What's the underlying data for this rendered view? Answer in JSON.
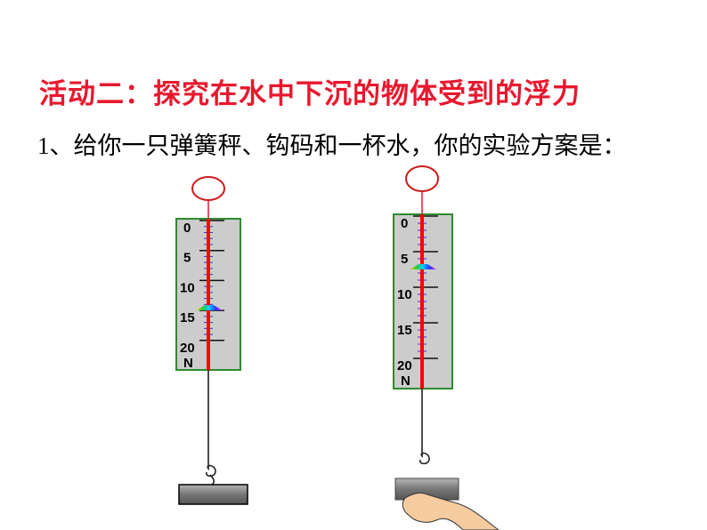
{
  "slide": {
    "title": "活动二：探究在水中下沉的物体受到的浮力",
    "question": "1、给你一只弹簧秤、钩码和一杯水，你的实验方案是："
  },
  "scales": [
    {
      "name": "scale-in-air",
      "labels": [
        "0",
        "5",
        "10",
        "15",
        "20"
      ],
      "unit": "N",
      "reading_n": 15,
      "max_n": 20,
      "supported_by_hand": false
    },
    {
      "name": "scale-supported",
      "labels": [
        "0",
        "5",
        "10",
        "15",
        "20"
      ],
      "unit": "N",
      "reading_n": 7.5,
      "max_n": 20,
      "supported_by_hand": true
    }
  ],
  "colors": {
    "title": "#e8182e",
    "rod": "#ff0000",
    "frame": "#2e8b2e",
    "panel": "#cccccc",
    "minor_tick": "#3333cc"
  }
}
